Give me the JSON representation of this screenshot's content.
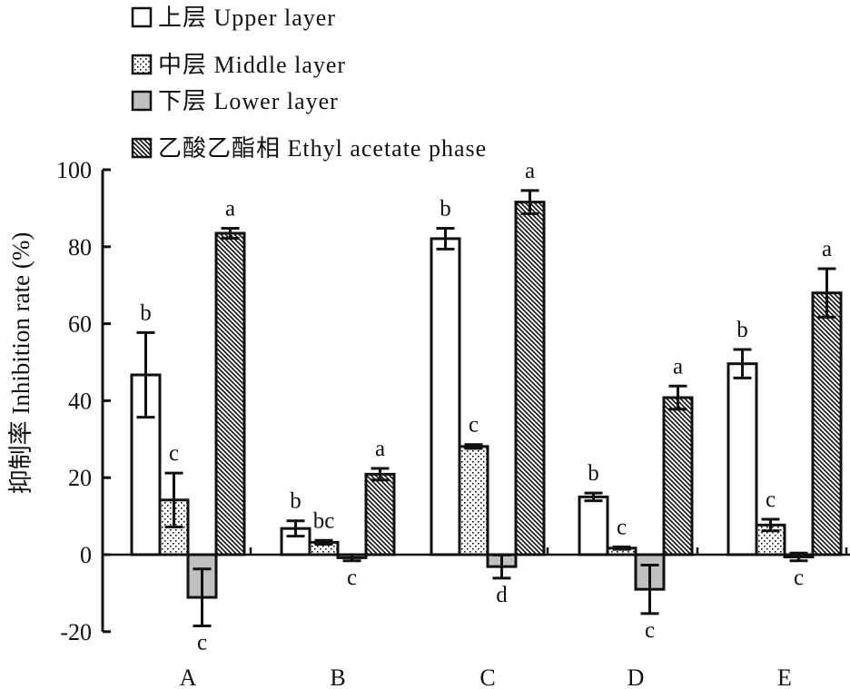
{
  "chart_data": {
    "type": "bar",
    "title": "",
    "xlabel": "",
    "ylabel": "抑制率 Inhibition rate (%)",
    "ylim": [
      -20,
      100
    ],
    "yticks": [
      -20,
      0,
      20,
      40,
      60,
      80,
      100
    ],
    "categories": [
      "A",
      "B",
      "C",
      "D",
      "E"
    ],
    "legend_position": "top-left",
    "series": [
      {
        "name": "上层 Upper layer",
        "fill": "none",
        "values": [
          46.7,
          6.8,
          82.1,
          15.0,
          49.6
        ],
        "errors": [
          11,
          2,
          2.7,
          1,
          3.7
        ],
        "letters": [
          "b",
          "b",
          "b",
          "b",
          "b"
        ]
      },
      {
        "name": "中层 Middle layer",
        "fill": "dots",
        "values": [
          14.2,
          3.2,
          28.1,
          1.7,
          7.7
        ],
        "errors": [
          7,
          0.5,
          0.5,
          0.3,
          1.5
        ],
        "letters": [
          "c",
          "bc",
          "c",
          "c",
          "c"
        ]
      },
      {
        "name": "下层 Lower layer",
        "fill": "gray",
        "values": [
          -11.1,
          -0.8,
          -3.1,
          -9.0,
          -0.6
        ],
        "errors": [
          7.4,
          0.8,
          3,
          6.3,
          1
        ],
        "letters": [
          "c",
          "c",
          "d",
          "c",
          "c"
        ]
      },
      {
        "name": "乙酸乙酯相 Ethyl acetate phase",
        "fill": "hatch",
        "values": [
          83.5,
          20.9,
          91.6,
          40.8,
          68.0
        ],
        "errors": [
          1.3,
          1.5,
          3,
          3,
          6.3
        ],
        "letters": [
          "a",
          "a",
          "a",
          "a",
          "a"
        ]
      }
    ]
  }
}
